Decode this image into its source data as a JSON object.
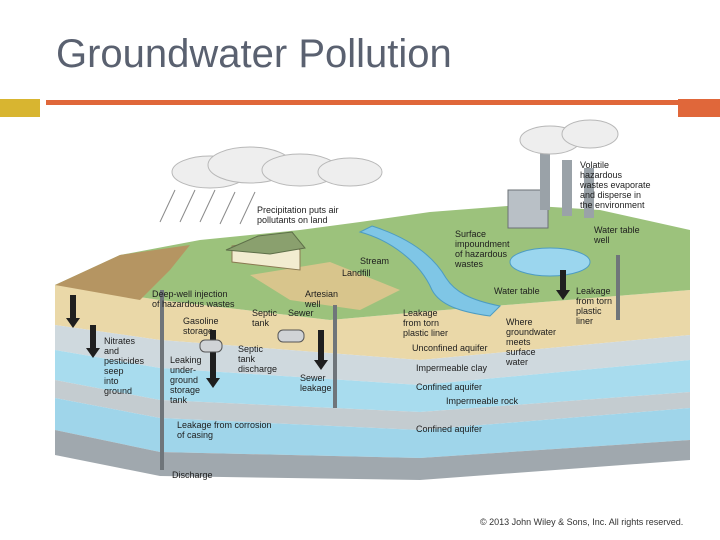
{
  "slide": {
    "title": "Groundwater Pollution",
    "copyright": "© 2013 John Wiley & Sons, Inc. All rights reserved."
  },
  "colors": {
    "title": "#5a6170",
    "accent_gold": "#d8b530",
    "accent_orange": "#e0673a",
    "water": "#8fd0ea",
    "soil": "#e8d6a6",
    "clay": "#b9c7cf",
    "rock": "#a9b2b8"
  },
  "diagram": {
    "labels": {
      "precipitation": [
        "Precipitation puts air",
        "pollutants on land"
      ],
      "volatile": [
        "Volatile",
        "hazardous",
        "wastes evaporate",
        "and disperse in",
        "the environment"
      ],
      "surface_impoundment": [
        "Surface",
        "impoundment",
        "of hazardous",
        "wastes"
      ],
      "water_table_well": [
        "Water table",
        "well"
      ],
      "stream": [
        "Stream"
      ],
      "landfill": [
        "Landfill"
      ],
      "deep_well": [
        "Deep-well injection",
        "of hazardous wastes"
      ],
      "artesian_well": [
        "Artesian",
        "well"
      ],
      "sewer": [
        "Sewer"
      ],
      "septic_tank": [
        "Septic",
        "tank"
      ],
      "gasoline_storage": [
        "Gasoline",
        "storage"
      ],
      "water_table": [
        "Water table"
      ],
      "leakage_torn_liner_left": [
        "Leakage",
        "from torn",
        "plastic liner"
      ],
      "leakage_torn_liner_right": [
        "Leakage",
        "from torn",
        "plastic",
        "liner"
      ],
      "nitrates": [
        "Nitrates",
        "and",
        "pesticides",
        "seep",
        "into",
        "ground"
      ],
      "septic_discharge": [
        "Septic",
        "tank",
        "discharge"
      ],
      "leaking_tank": [
        "Leaking",
        "under-",
        "ground",
        "storage",
        "tank"
      ],
      "sewer_leakage": [
        "Sewer",
        "leakage"
      ],
      "unconfined_aquifer": [
        "Unconfined aquifer"
      ],
      "impermeable_clay": [
        "Impermeable clay"
      ],
      "groundwater_meets": [
        "Where",
        "groundwater",
        "meets",
        "surface",
        "water"
      ],
      "confined_aquifer_1": [
        "Confined aquifer"
      ],
      "impermeable_rock": [
        "Impermeable rock"
      ],
      "confined_aquifer_2": [
        "Confined aquifer"
      ],
      "leakage_corrosion": [
        "Leakage from corrosion",
        "of casing"
      ],
      "discharge": [
        "Discharge"
      ]
    }
  }
}
